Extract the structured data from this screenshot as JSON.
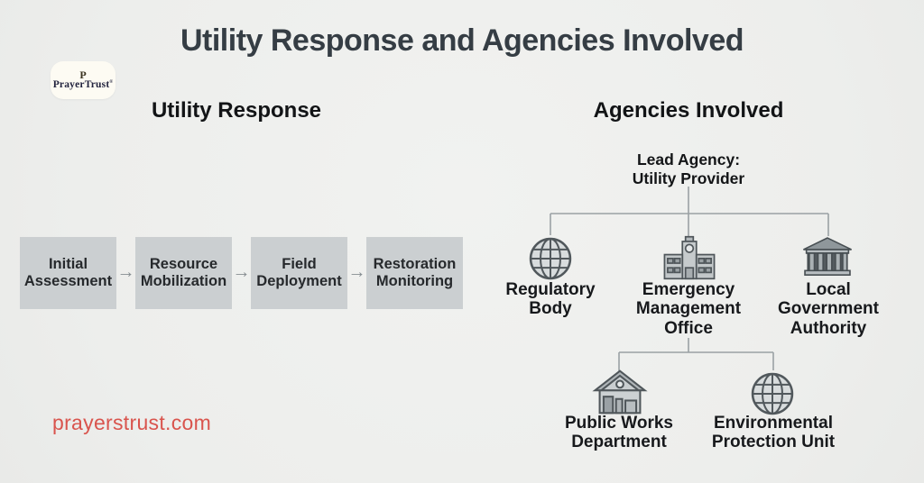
{
  "title": "Utility Response and Agencies Involved",
  "logo": {
    "monogram": "P",
    "name": "PrayerTrust",
    "reg": "®"
  },
  "watermark": "prayerstrust.com",
  "icons": {
    "arrow_right": "→"
  },
  "left_section": {
    "heading": "Utility Response",
    "steps": [
      "Initial Assessment",
      "Resource Mobilization",
      "Field Deployment",
      "Restoration Monitoring"
    ]
  },
  "right_section": {
    "heading": "Agencies Involved",
    "lead_line1": "Lead Agency:",
    "lead_line2": "Utility Provider",
    "agencies_level1": [
      {
        "label": "Regulatory Body",
        "icon": "globe-icon"
      },
      {
        "label": "Emergency Management Office",
        "icon": "civic-building-icon"
      },
      {
        "label": "Local Government Authority",
        "icon": "government-columns-icon"
      }
    ],
    "agencies_level2": [
      {
        "label": "Public Works Department",
        "icon": "workshop-building-icon"
      },
      {
        "label": "Environmental Protection Unit",
        "icon": "globe-icon"
      }
    ]
  },
  "colors": {
    "background": "#edeeec",
    "title_text": "#353d44",
    "box_fill": "#cbcfd1",
    "box_text": "#26292c",
    "connector": "#9aa1a4",
    "watermark_red": "#d9544d",
    "icon_stroke": "#51585c"
  }
}
